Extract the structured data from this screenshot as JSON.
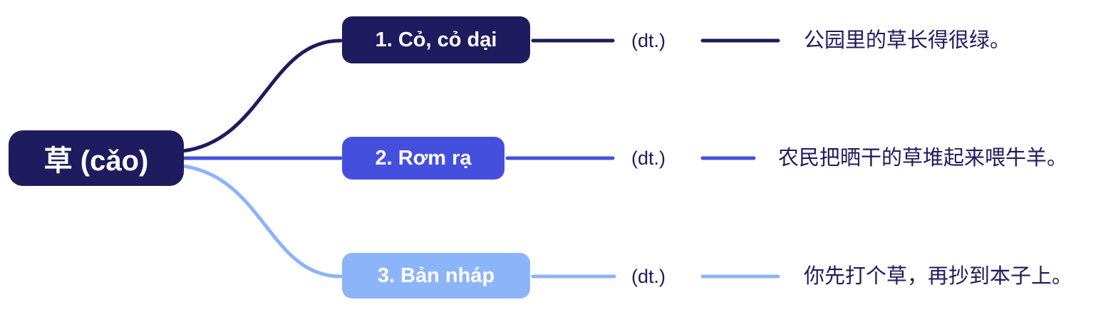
{
  "root": {
    "label": "草 (cǎo)"
  },
  "branches": [
    {
      "label": "1. Cỏ, cỏ dại",
      "pos": "(dt.)",
      "example": "公园里的草长得很绿。",
      "color": "#1e1b5e"
    },
    {
      "label": "2. Rơm rạ",
      "pos": "(dt.)",
      "example": "农民把晒干的草堆起来喂牛羊。",
      "color": "#4450dd"
    },
    {
      "label": "3. Bản nháp",
      "pos": "(dt.)",
      "example": "你先打个草，再抄到本子上。",
      "color": "#8cb4f8"
    }
  ],
  "colors": {
    "root_node": "#1e1b5e",
    "branch_1_node": "#1e1b5e",
    "branch_2_node": "#4450dd",
    "branch_3_node": "#8cb4f8",
    "text": "#1e1b5e",
    "background": "#ffffff"
  }
}
